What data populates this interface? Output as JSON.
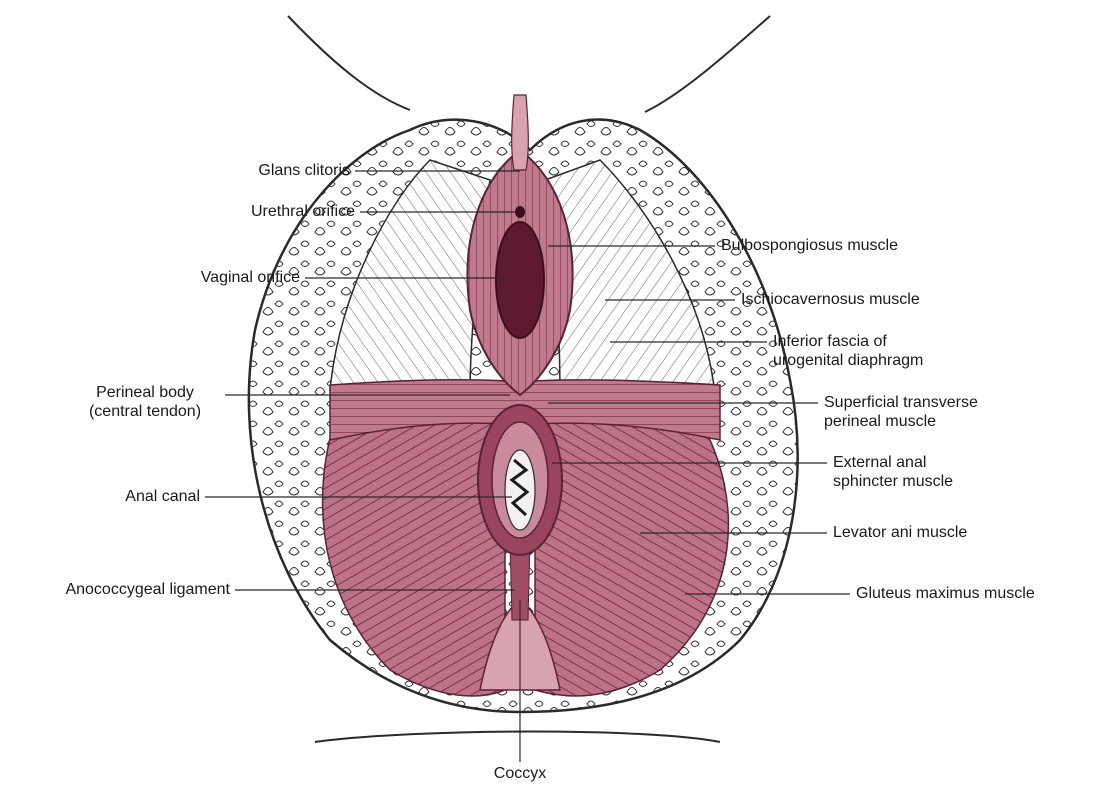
{
  "colors": {
    "muscle": "#b86a7e",
    "muscle_dark": "#8e3e55",
    "muscle_light": "#d9a2b0",
    "outline": "#2a2a2a",
    "background": "#ffffff"
  },
  "labels": {
    "glans_clitoris": "Glans clitoris",
    "urethral_orifice": "Urethral orifice",
    "vaginal_orifice": "Vaginal orifice",
    "perineal_body_1": "Perineal body",
    "perineal_body_2": "(central tendon)",
    "anal_canal": "Anal canal",
    "anococcygeal_ligament": "Anococcygeal ligament",
    "coccyx": "Coccyx",
    "bulbospongiosus": "Bulbospongiosus muscle",
    "ischiocavernosus": "Ischiocavernosus muscle",
    "inferior_fascia_1": "Inferior fascia of",
    "inferior_fascia_2": "urogenital diaphragm",
    "superficial_transverse_1": "Superficial transverse",
    "superficial_transverse_2": "perineal muscle",
    "external_anal_1": "External anal",
    "external_anal_2": "sphincter muscle",
    "levator_ani": "Levator ani muscle",
    "gluteus_maximus": "Gluteus maximus muscle"
  }
}
